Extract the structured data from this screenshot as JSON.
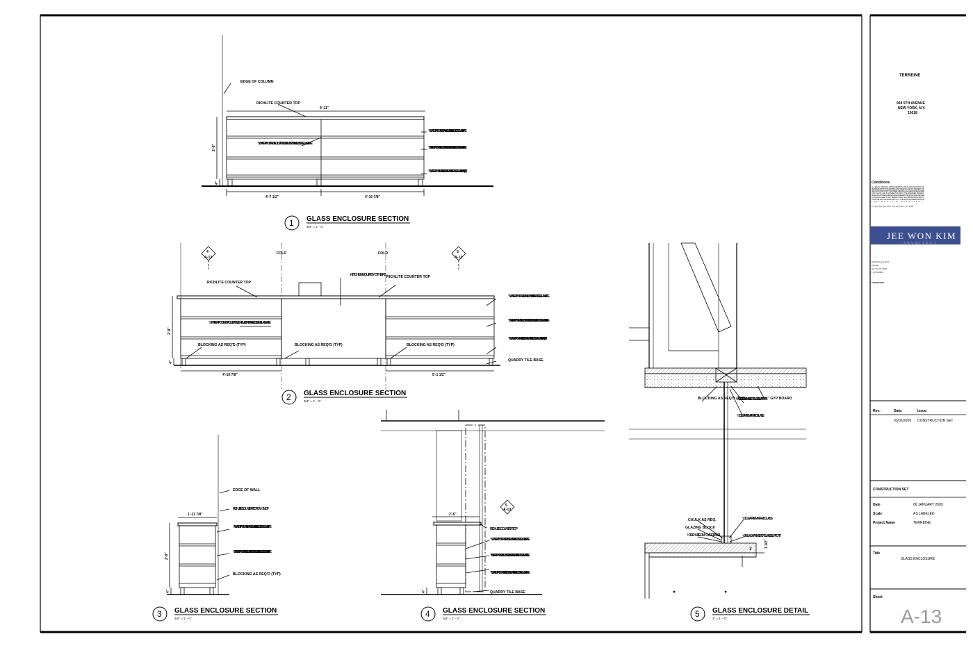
{
  "drawings": [
    {
      "number": "1",
      "title": "GLASS ENCLOSURE SECTION",
      "scale": "3/4\" = 1' - 0\"",
      "notes": [
        "EDGE OF COLUMN",
        "RICHLITE COUNTER TOP",
        "¾\" WATERPROOF MDF ADJUSTABLE SHELVES W/STAINLESS STEEL LAMINATE",
        "¾\" WATERPROOF MDF PANELS W/STAINLESS STEEL LAMINATE",
        "¾\" WATERPROOF MDF ADJUSTABLE SHELVES W/STAINLESS STEEL LAMINATE",
        "¾\" WATERPROOF MDF FIXED SHELF W/STAINLESS STEEL LAMINATE (TYP)"
      ],
      "dims": [
        "9'-11\"",
        "2'-8\"",
        "4\"",
        "4'-7 1/2\"",
        "4'-10 7/8\""
      ]
    },
    {
      "number": "2",
      "title": "GLASS ENCLOSURE SECTION",
      "scale": "3/4\" = 1' - 0\"",
      "refs": [
        {
          "n": "4",
          "s": "A-13"
        },
        {
          "n": "3",
          "s": "A-13"
        }
      ],
      "folds": [
        "FOLD",
        "FOLD"
      ],
      "notes": [
        "RICHLITE COUNTER TOP",
        "KITCHEN EQUIP. BY OTHERS",
        "RICHLITE COUNTER TOP",
        "¾\" WATERPROOF MDF PANELS W/STAINLESS STEEL LAMINATE",
        "¾\" WATERPROOF MDF ADJUSTABLE SHELVES W/STAINLESS STEEL LAMINATE",
        "¾\" WATERPROOF MDF ADJUSTABLE SHELVES W/STAINLESS STEEL LAMINATE",
        "BLOCKING AS REQ'D (TYP)",
        "BLOCKING AS REQ'D (TYP)",
        "BLOCKING AS REQ'D (TYP)",
        "¾\" WATERPROOF MDF FIXED SHELF W/STAINLESS STEEL LAMINATE (TYP)",
        "QUARRY TILE BASE"
      ],
      "dims": [
        "2'-8\"",
        "4\"",
        "4'-10 7/8\"",
        "5'-1 1/2\""
      ]
    },
    {
      "number": "3",
      "title": "GLASS ENCLOSURE SECTION",
      "scale": "3/4\" = 1' - 0\"",
      "notes": [
        "EDGE OF WALL",
        "RICHLITE COUNTER TOP ON ¾\" MDF",
        "¾\" WATERPROOF MDF PANELS W/STAINLESS STEEL LAMINATE",
        "¾\" WATERPROOF MDF ADJUSTABLE SHELVES W/STAINLESS STEEL LAMINATE",
        "BLOCKING AS REQ'D (TYP)"
      ],
      "dims": [
        "1'-11 7/8\"",
        "2'-8\"",
        "4\""
      ]
    },
    {
      "number": "4",
      "title": "GLASS ENCLOSURE SECTION",
      "scale": "3/4\" = 1' - 0\"",
      "refs": [
        {
          "n": "5",
          "s": "A-13"
        }
      ],
      "notes": [
        "RICHLITE COUNTER TOP",
        "¾\" WATERPROOF MDF PANEL W/STAINLESS STEEL LAMINATE",
        "¾\" WATERPROOF MDF ADJUSTABLE SHELVES W/STAINLESS STEEL LAMINATE",
        "¾\" WATERPROOF MDF FIXED SHELF W/STAINLESS STEEL LAMINATE",
        "QUARRY TILE BASE"
      ],
      "dims": [
        "2'-6\"",
        "4\""
      ]
    },
    {
      "number": "5",
      "title": "GLASS ENCLOSURE DETAIL",
      "scale": "3\" = 1' - 0\"",
      "notes": [
        "BLOCKING AS REQ'D (TYP)",
        "⅝\" STEEL CHANNEL FOR GLASS SUPPORT",
        "⅝\" GYP BOARD",
        "⅜\" CLEAR TEMPERED GLASS",
        "CAULK AS REQ.",
        "GLAZING BLOCK",
        "¾\" RICHLITE ON ¾\" MDF PANEL",
        "⅜\" CLEAR TEMPERED GLASS",
        "⅝\" ALUM. CHANNEL FOR GLASS SUPPORT"
      ],
      "dims": [
        "1'",
        "1 1/2\""
      ]
    }
  ],
  "title_block": {
    "project": "TERREINE",
    "address": [
      "934 5TH AVENUE",
      "NEW YORK, N.Y.",
      "10018"
    ],
    "conditions_title": "Conditions",
    "conditions_text": [
      "ALL IDEAS, DESIGNS, ARRANGEMENTS AND PLANS INDICATED OR",
      "REPRESENTED BY THIS DRAWING ARE OWNED BY AND THE PROPERTY OF",
      "JEE WON KIM ARCHITECT AND WERE CREATED, EVOLVED AND DEVELOPED",
      "FOR USE ON, AND IN CONNECTION WITH, THE SPECIFIED PROJECT.",
      "NONE OF SUCH IDEAS, DESIGNS, ARRANGEMENTS OR PLANS SHALL BE USED",
      "BY OR DISCLOSED TO ANY PERSON, FIRM, OR CORPORATION FOR ANY",
      "PURPOSE WHATSOEVER WITHOUT THE WRITTEN PERMISSION OF",
      "JEE WON KIM ARCHITECT."
    ],
    "copyright": "© Copyright Jee Won Kim Architect, NY 2009",
    "firm_logo": "JEE WON KIM",
    "firm_logo_sub": "ARCHITECT",
    "firm_address": [
      "404 Park Avenue South",
      "14th Floor",
      "New York, NY 10016",
      "T  917 345 8834"
    ],
    "consultant_label": "CONSULTANTS:",
    "rev_headers": [
      "Rev:",
      "Date:",
      "Issue:"
    ],
    "rev_row": [
      "",
      "03/02/2009",
      "CONSTRUCTION SET"
    ],
    "set_name": "CONSTRUCTION SET",
    "info": [
      {
        "k": "Date",
        "v": "06 JANUARY 2009"
      },
      {
        "k": "Scale",
        "v": "AS LABELED"
      },
      {
        "k": "Project Name",
        "v": "TERREINE"
      }
    ],
    "title_label": "Title",
    "title_value": "GLASS ENCLOSURE",
    "sheet_label": "Sheet",
    "sheet_number": "A-13"
  }
}
